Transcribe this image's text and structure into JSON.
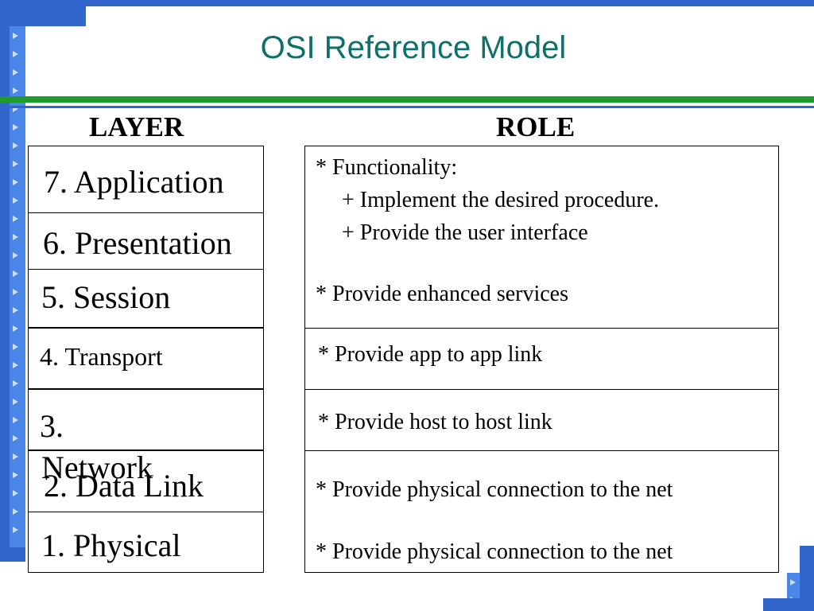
{
  "slide": {
    "title": "OSI Reference Model",
    "headers": {
      "layer": "LAYER",
      "role": "ROLE"
    },
    "layers": [
      "7. Application",
      "6. Presentation",
      "5. Session",
      "4. Transport",
      "3.",
      "Network",
      "2. Data Link",
      "1. Physical"
    ],
    "roles": {
      "functionality": "* Functionality:",
      "implement": "+ Implement the desired procedure.",
      "ui": "+ Provide the user interface",
      "enhanced": "* Provide enhanced services",
      "app_link": "* Provide app to app link",
      "host_link": "* Provide host to host link",
      "physical_1": "* Provide physical connection to the net",
      "physical_2": "* Provide physical connection to the net"
    }
  },
  "colors": {
    "frame_blue": "#3366cc",
    "title_teal": "#0f6f6a",
    "rule_green": "#1f9a2c"
  }
}
